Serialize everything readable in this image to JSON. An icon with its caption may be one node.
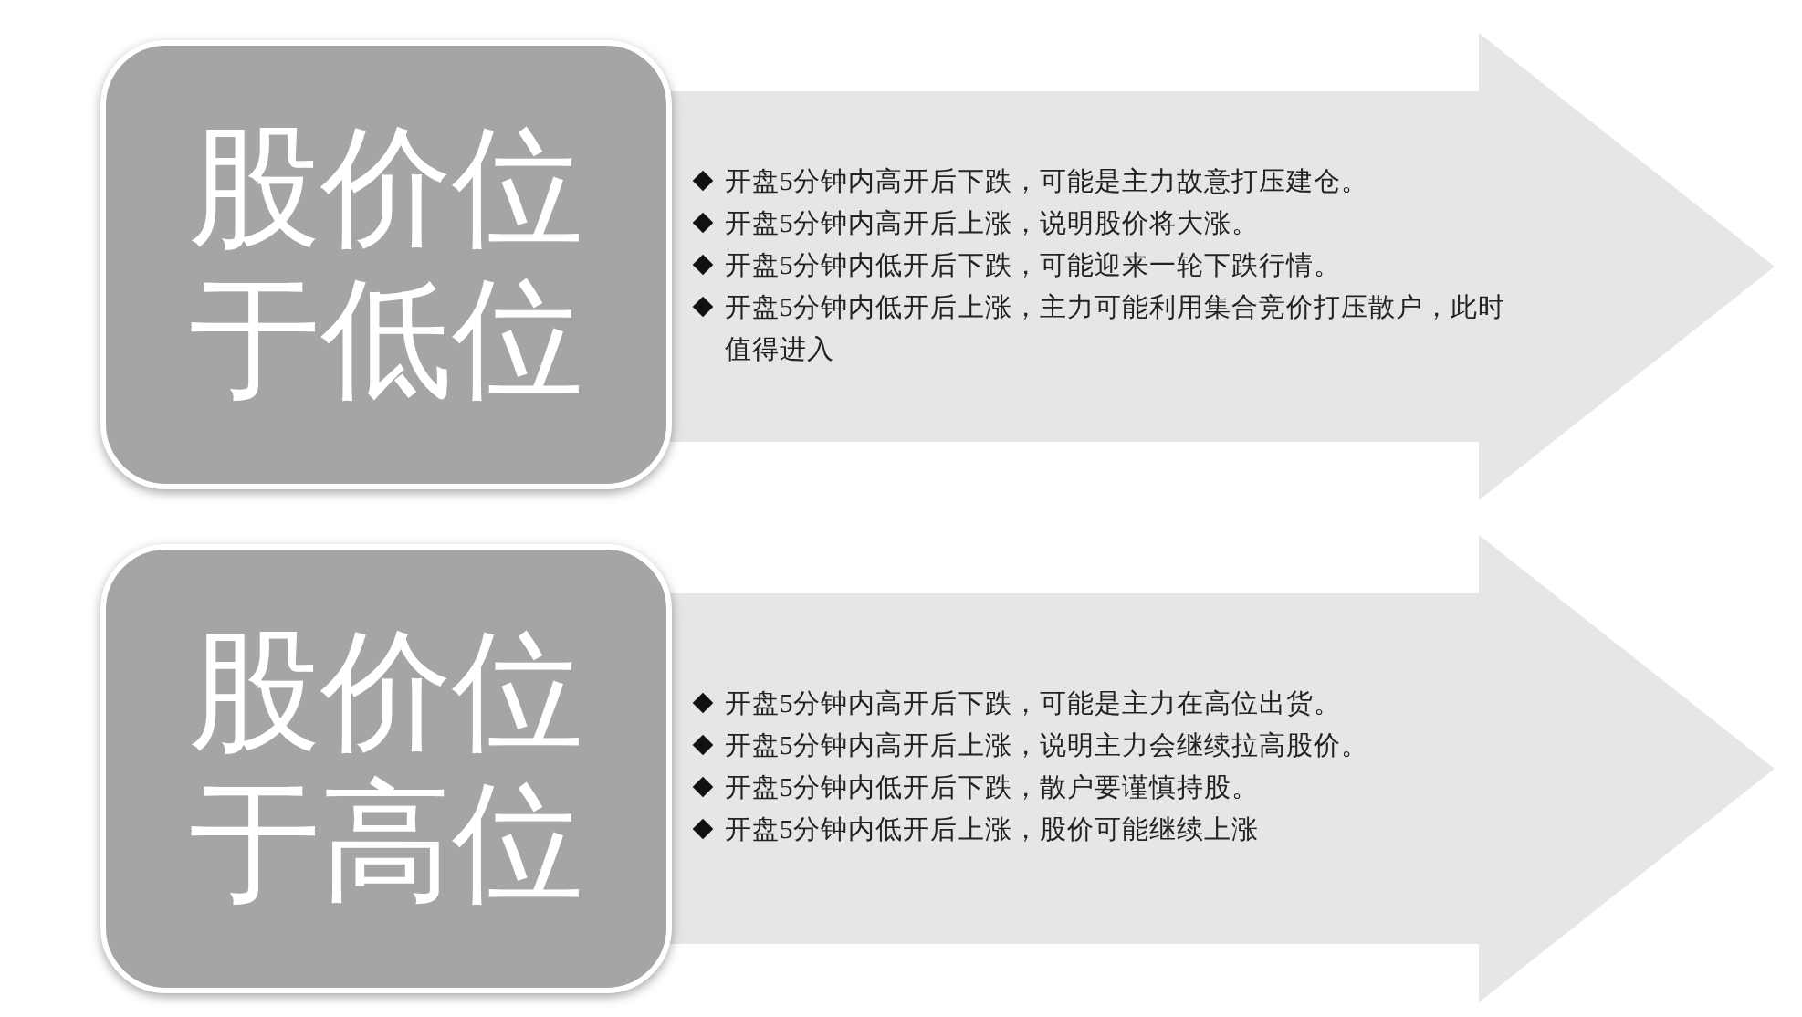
{
  "diagram": {
    "nodes": [
      {
        "text": [
          "开盘5分钟内高开后下跌，可能是主力故意打压建仓。",
          "开盘5分钟内高开后上涨，说明股价将大涨。",
          "开盘5分钟内低开后下跌，可能迎来一轮下跌行情。",
          "开盘5分钟内低开后上涨，主力可能利用集合竞价打压散户，此时值得进入"
        ]
      },
      {
        "text": [
          "股价位于低位"
        ]
      },
      {
        "text": [
          "开盘5分钟内高开后下跌，可能是主力在高位出货。",
          "开盘5分钟内高开后上涨，说明主力会继续拉高股价。",
          "开盘5分钟内低开后下跌，散户要谨慎持股。",
          "开盘5分钟内低开后上涨，股价可能继续上涨"
        ]
      },
      {
        "text": [
          "股价位于高位"
        ]
      }
    ],
    "edges": []
  }
}
